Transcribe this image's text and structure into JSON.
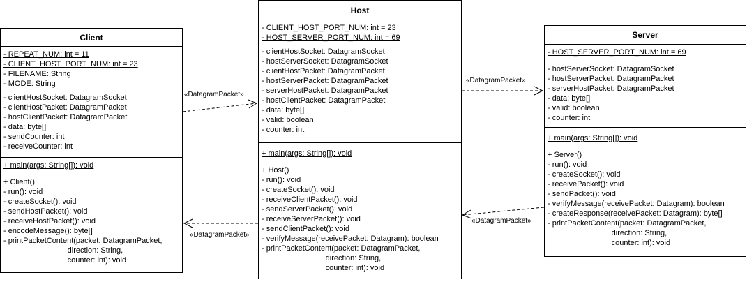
{
  "client": {
    "title": "Client",
    "static_fields": [
      "- REPEAT_NUM: int = 11",
      "- CLIENT_HOST_PORT_NUM: int = 23",
      "- FILENAME: String",
      "- MODE: String"
    ],
    "fields": [
      "- clientHostSocket: DatagramSocket",
      "- clientHostPacket: DatagramPacket",
      "- hostClientPacket: DatagramPacket",
      "- data: byte[]",
      "- sendCounter: int",
      "- receiveCounter: int"
    ],
    "static_methods": [
      "+ main(args: String[]): void"
    ],
    "methods": [
      "+ Client()",
      "- run(): void",
      "- createSocket(): void",
      "- sendHostPacket(): void",
      "- receiveHostPacket(): void",
      "- encodeMessage(): byte[]",
      "- printPacketContent(packet: DatagramPacket,",
      "                              direction: String,",
      "                              counter: int): void"
    ]
  },
  "host": {
    "title": "Host",
    "static_fields": [
      "- CLIENT_HOST_PORT_NUM: int = 23",
      "- HOST_SERVER_PORT_NUM: int = 69"
    ],
    "fields": [
      "- clientHostSocket: DatagramSocket",
      "- hostServerSocket: DatagramSocket",
      "- clientHostPacket: DatagramPacket",
      "- hostServerPacket: DatagramPacket",
      "- serverHostPacket: DatagramPacket",
      "- hostClientPacket: DatagramPacket",
      "- data: byte[]",
      "- valid: boolean",
      "- counter: int"
    ],
    "static_methods": [
      "+ main(args: String[]): void"
    ],
    "methods": [
      "+ Host()",
      "- run(): void",
      "- createSocket(): void",
      "- receiveClientPacket(): void",
      "- sendServerPacket(): void",
      "- receiveServerPacket(): void",
      "- sendClientPacket(): void",
      "- verifyMessage(receivePacket: Datagram): boolean",
      "- printPacketContent(packet: DatagramPacket,",
      "                              direction: String,",
      "                              counter: int): void"
    ]
  },
  "server": {
    "title": "Server",
    "static_fields": [
      "- HOST_SERVER_PORT_NUM: int = 69"
    ],
    "fields": [
      "- hostServerSocket: DatagramSocket",
      "- hostServerPacket: DatagramPacket",
      "- serverHostPacket: DatagramPacket",
      "- data: byte[]",
      "- valid: boolean",
      "- counter: int"
    ],
    "static_methods": [
      "+ main(args: String[]): void"
    ],
    "methods": [
      "+ Server()",
      "- run(): void",
      "- createSocket(): void",
      "- receivePacket(): void",
      "- sendPacket(): void",
      "- verifyMessage(receivePacket: Datagram): boolean",
      "- createResponse(receivePacket: Datagram): byte[]",
      "- printPacketContent(packet: DatagramPacket,",
      "                              direction: String,",
      "                              counter: int): void"
    ]
  },
  "arrows": [
    {
      "label": "«DatagramPacket»"
    },
    {
      "label": "«DatagramPacket»"
    },
    {
      "label": "«DatagramPacket»"
    },
    {
      "label": "«DatagramPacket»"
    }
  ]
}
